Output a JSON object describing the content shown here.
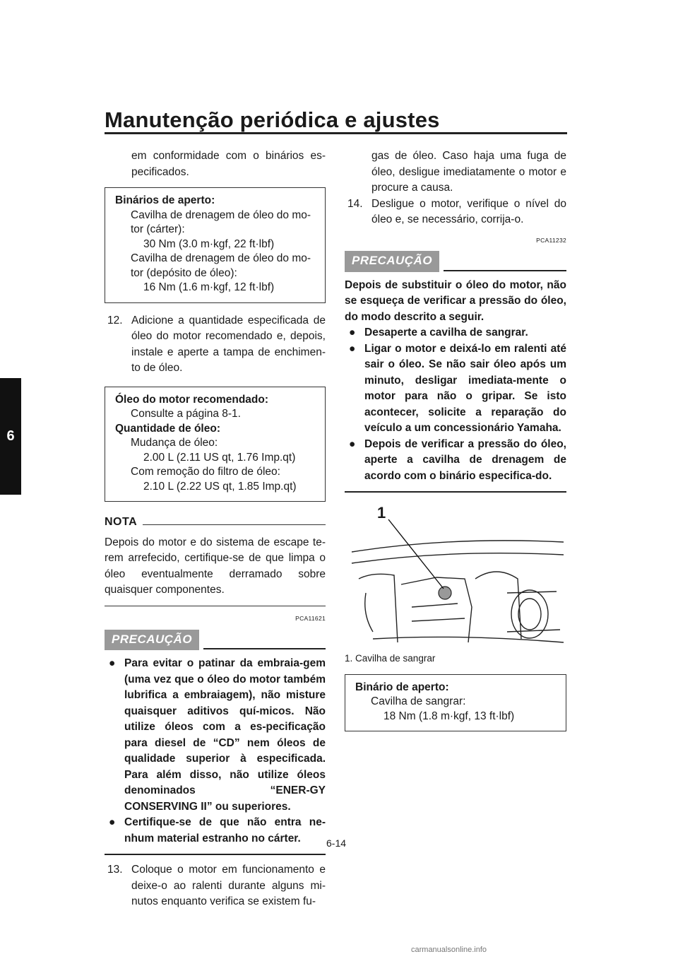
{
  "header": {
    "title": "Manutenção periódica e ajustes"
  },
  "side_tab": "6",
  "left": {
    "intro": "em conformidade com o binários es-pecificados.",
    "torque_box": {
      "heading": "Binários de aperto:",
      "item1_label": "Cavilha de drenagem de óleo do mo-tor (cárter):",
      "item1_value": "30 Nm (3.0 m·kgf, 22 ft·lbf)",
      "item2_label": "Cavilha de drenagem de óleo do mo-tor (depósito de óleo):",
      "item2_value": "16 Nm (1.6 m·kgf, 12 ft·lbf)"
    },
    "step12_num": "12.",
    "step12_text": "Adicione a quantidade especificada de óleo do motor recomendado e, depois, instale e aperte a tampa de enchimen-to de óleo.",
    "oil_box": {
      "heading1": "Óleo do motor recomendado:",
      "line1": "Consulte a página 8-1.",
      "heading2": "Quantidade de óleo:",
      "change_label": "Mudança de óleo:",
      "change_value": "2.00 L (2.11 US qt, 1.76 Imp.qt)",
      "filter_label": "Com remoção do filtro de óleo:",
      "filter_value": "2.10 L (2.22 US qt, 1.85 Imp.qt)"
    },
    "note_label": "NOTA",
    "note_text": "Depois do motor e do sistema de escape te-rem arrefecido, certifique-se de que limpa o óleo eventualmente derramado sobre quaisquer componentes.",
    "code1": "PCA11621",
    "caution_label": "PRECAUÇÃO",
    "caution_bullet1": "Para evitar o patinar da embraia-gem (uma vez que o óleo do motor também lubrifica a embraiagem), não misture quaisquer aditivos quí-micos. Não utilize óleos com a es-pecificação para diesel de “CD” nem óleos de qualidade superior à especificada. Para além disso, não utilize óleos denominados “ENER-GY CONSERVING II” ou superiores.",
    "caution_bullet2": "Certifique-se de que não entra ne-nhum material estranho no cárter.",
    "step13_num": "13.",
    "step13_text": "Coloque o motor em funcionamento e deixe-o ao ralenti durante alguns mi-nutos enquanto verifica se existem fu-"
  },
  "right": {
    "cont_text": "gas de óleo. Caso haja uma fuga de óleo, desligue imediatamente o motor e procure a causa.",
    "step14_num": "14.",
    "step14_text": "Desligue o motor, verifique o nível do óleo e, se necessário, corrija-o.",
    "code2": "PCA11232",
    "caution_label": "PRECAUÇÃO",
    "caution_intro": "Depois de substituir o óleo do motor, não se esqueça de verificar a pressão do óleo, do modo descrito a seguir.",
    "bullet1": "Desaperte a cavilha de sangrar.",
    "bullet2": "Ligar o motor e deixá-lo em ralenti até sair o óleo. Se não sair óleo após um minuto, desligar imediata-mente o motor para não o gripar. Se isto acontecer, solicite a reparação do veículo a um concessionário Yamaha.",
    "bullet3": "Depois de verificar a pressão do óleo, aperte a cavilha de drenagem de acordo com o binário especifica-do.",
    "figure_callout": "1",
    "caption": "1. Cavilha de sangrar",
    "bleed_box": {
      "heading": "Binário de aperto:",
      "label": "Cavilha de sangrar:",
      "value": "18 Nm (1.8 m·kgf, 13 ft·lbf)"
    }
  },
  "page_number": "6-14",
  "footer": "carmanualsonline.info"
}
